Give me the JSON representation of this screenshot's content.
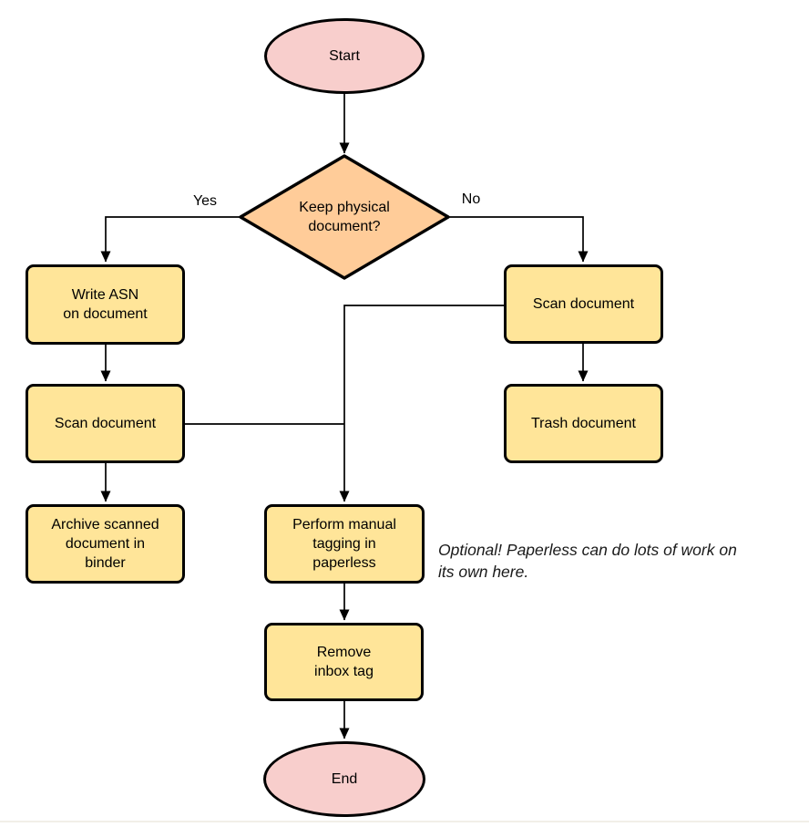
{
  "nodes": {
    "start": {
      "label": "Start",
      "shape": "terminator"
    },
    "decision": {
      "label": "Keep physical\ndocument?",
      "shape": "diamond"
    },
    "write_asn": {
      "label": "Write ASN\non document",
      "shape": "process"
    },
    "scan_left": {
      "label": "Scan document",
      "shape": "process"
    },
    "archive": {
      "label": "Archive scanned\ndocument in\nbinder",
      "shape": "process"
    },
    "scan_right": {
      "label": "Scan document",
      "shape": "process"
    },
    "trash": {
      "label": "Trash document",
      "shape": "process"
    },
    "tagging": {
      "label": "Perform manual\ntagging in\npaperless",
      "shape": "process"
    },
    "remove_inbox": {
      "label": "Remove\ninbox tag",
      "shape": "process"
    },
    "end": {
      "label": "End",
      "shape": "terminator"
    }
  },
  "edge_labels": {
    "yes": "Yes",
    "no": "No"
  },
  "note": {
    "text": "Optional! Paperless can do lots of work on\nits own here."
  },
  "colors": {
    "terminator_fill": "#f8cecc",
    "decision_fill": "#ffcc99",
    "process_fill": "#ffe599",
    "stroke": "#000000",
    "note_text": "#1a1a1a"
  }
}
